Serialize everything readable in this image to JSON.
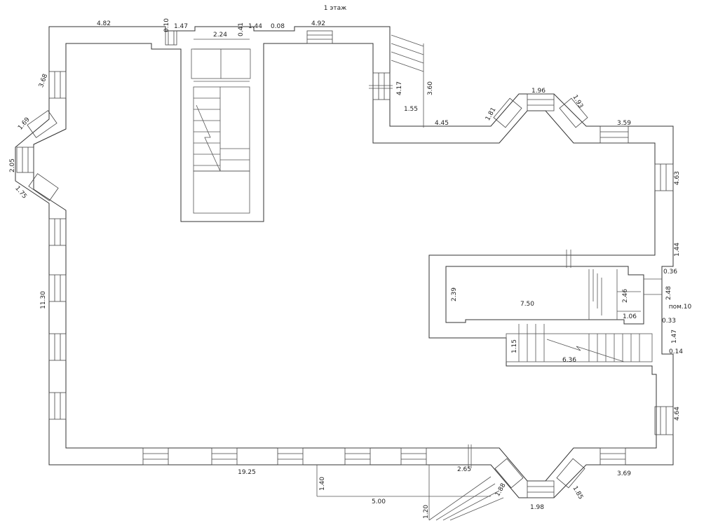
{
  "title": "1 этаж",
  "room_label": "пом.10",
  "dimensions": [
    {
      "id": "top-left-wall",
      "value": "4.82"
    },
    {
      "id": "top-010",
      "value": "0.10"
    },
    {
      "id": "top-147",
      "value": "1.47"
    },
    {
      "id": "stair-224",
      "value": "2.24"
    },
    {
      "id": "top-041",
      "value": "0.41"
    },
    {
      "id": "top-144",
      "value": "1.44"
    },
    {
      "id": "top-008",
      "value": "0.08"
    },
    {
      "id": "top-492",
      "value": "4.92"
    },
    {
      "id": "left-368",
      "value": "3.68"
    },
    {
      "id": "left-169",
      "value": "1.69"
    },
    {
      "id": "left-205",
      "value": "2.05"
    },
    {
      "id": "left-175",
      "value": "1.75"
    },
    {
      "id": "left-1130",
      "value": "11.30"
    },
    {
      "id": "step-417",
      "value": "4.17"
    },
    {
      "id": "porch-360",
      "value": "3.60"
    },
    {
      "id": "step-155",
      "value": "1.55"
    },
    {
      "id": "wall-445",
      "value": "4.45"
    },
    {
      "id": "bay-181",
      "value": "1.81"
    },
    {
      "id": "bay-196",
      "value": "1.96"
    },
    {
      "id": "bay-193",
      "value": "1.93"
    },
    {
      "id": "right-359",
      "value": "3.59"
    },
    {
      "id": "right-463",
      "value": "4.63"
    },
    {
      "id": "right-144",
      "value": "1.44"
    },
    {
      "id": "right-036",
      "value": "0.36"
    },
    {
      "id": "right-248",
      "value": "2.48"
    },
    {
      "id": "right-033",
      "value": "0.33"
    },
    {
      "id": "right-147",
      "value": "1.47"
    },
    {
      "id": "right-014",
      "value": "0.14"
    },
    {
      "id": "right-464",
      "value": "4.64"
    },
    {
      "id": "room-239",
      "value": "2.39"
    },
    {
      "id": "room-750",
      "value": "7.50"
    },
    {
      "id": "room-246",
      "value": "2.46"
    },
    {
      "id": "room-106",
      "value": "1.06"
    },
    {
      "id": "stair-115",
      "value": "1.15"
    },
    {
      "id": "stair-636",
      "value": "6.36"
    },
    {
      "id": "bottom-1925",
      "value": "19.25"
    },
    {
      "id": "bottom-265",
      "value": "2.65"
    },
    {
      "id": "bottom-369",
      "value": "3.69"
    },
    {
      "id": "bottom-140",
      "value": "1.40"
    },
    {
      "id": "bottom-500",
      "value": "5.00"
    },
    {
      "id": "bottom-120",
      "value": "1.20"
    },
    {
      "id": "bottom-188",
      "value": "1.88"
    },
    {
      "id": "bottom-198",
      "value": "1.98"
    },
    {
      "id": "bottom-185",
      "value": "1.85"
    }
  ]
}
